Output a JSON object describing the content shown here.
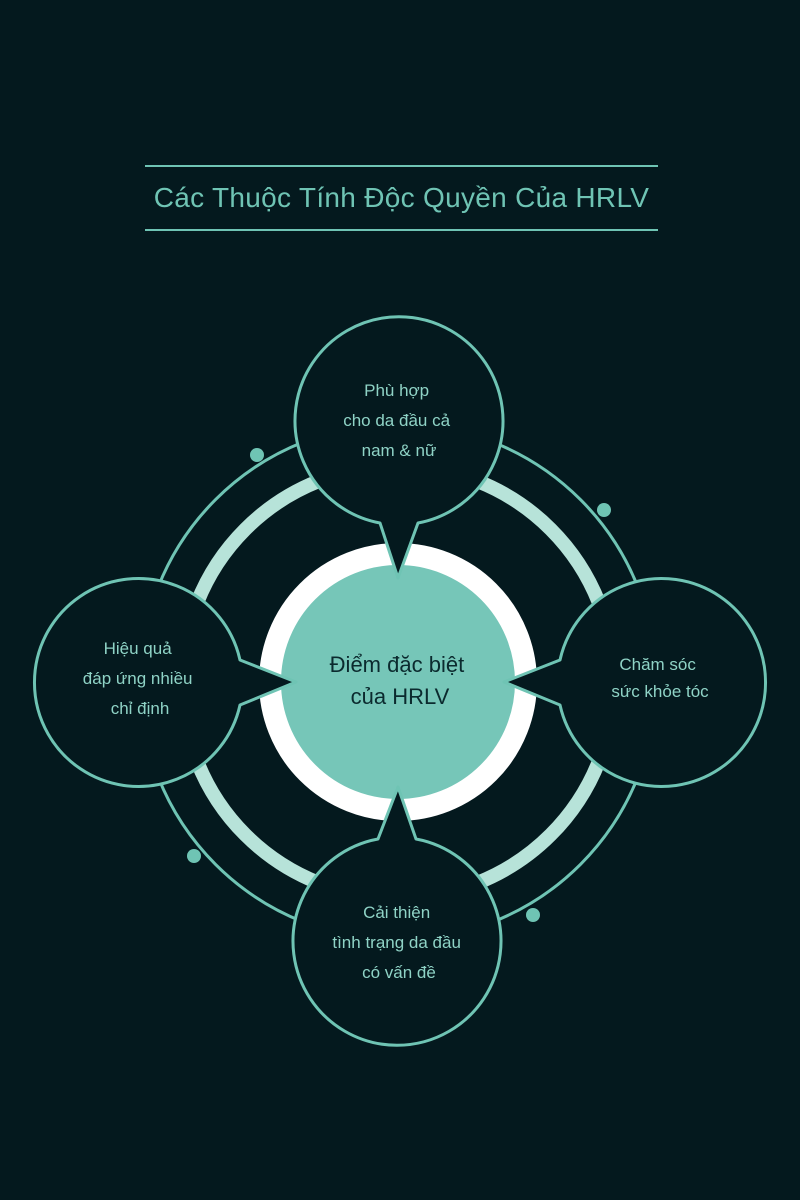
{
  "title": "Các Thuộc Tính Độc Quyền Của HRLV",
  "center": {
    "lines": [
      "Điểm đặc biệt",
      "của HRLV"
    ]
  },
  "nodes": {
    "top": {
      "lines": [
        "Phù hợp",
        "cho da đầu cả",
        "nam & nữ"
      ]
    },
    "right": {
      "lines": [
        "Chăm sóc",
        "sức khỏe tóc"
      ]
    },
    "bottom": {
      "lines": [
        "Cải thiện",
        "tình trạng da đầu",
        "có vấn đề"
      ]
    },
    "left": {
      "lines": [
        "Hiệu quả",
        "đáp ứng nhiều",
        "chỉ định"
      ]
    }
  },
  "colors": {
    "background": "#04191e",
    "accent": "#6fc4b4",
    "center_fill": "#76c6b8",
    "ring_light": "#b7e3d9",
    "white": "#ffffff",
    "node_text": "#8fd3c6",
    "center_text": "#0b2a2e"
  }
}
